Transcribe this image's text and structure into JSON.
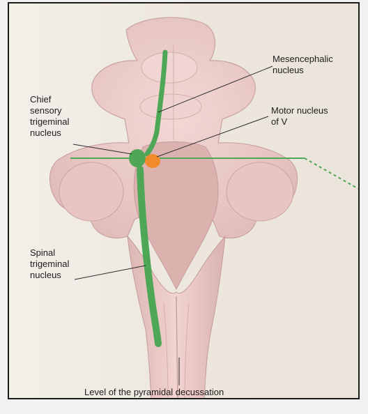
{
  "labels": {
    "mesencephalic_1": "Mesencephalic",
    "mesencephalic_2": "nucleus",
    "chief_1": "Chief",
    "chief_2": "sensory",
    "chief_3": "trigeminal",
    "chief_4": "nucleus",
    "motor_1": "Motor nucleus",
    "motor_2": "of V",
    "spinal_1": "Spinal",
    "spinal_2": "trigeminal",
    "spinal_3": "nucleus",
    "pyramidal": "Level of the pyramidal decussation"
  },
  "colors": {
    "brainstem_fill": "#ecc9c6",
    "brainstem_shadow": "#d7b1ae",
    "nucleus_green": "#4ea657",
    "motor_orange": "#f08a2d",
    "background": "#efe9e1"
  }
}
